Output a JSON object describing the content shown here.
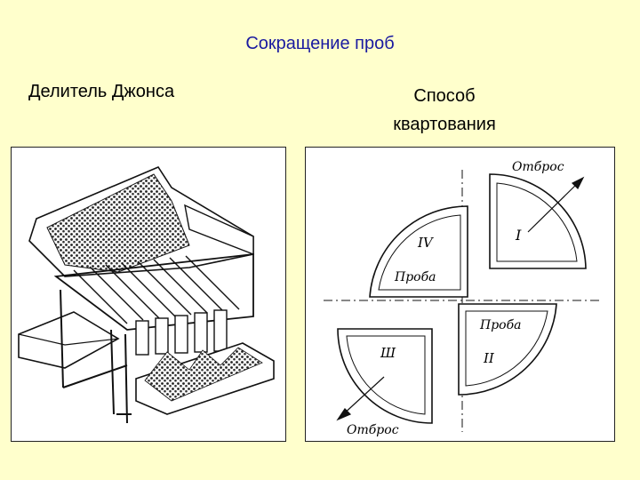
{
  "title": "Сокращение проб",
  "left_label": "Делитель Джонса",
  "right_label": {
    "line1": "Способ",
    "line2": "квартования"
  },
  "quartering": {
    "discard_top": "Отброс",
    "discard_bottom": "Отброс",
    "sample_left": "Проба",
    "sample_right": "Проба",
    "quadrant_I": "I",
    "quadrant_II": "II",
    "quadrant_III": "Ш",
    "quadrant_IV": "IV"
  }
}
